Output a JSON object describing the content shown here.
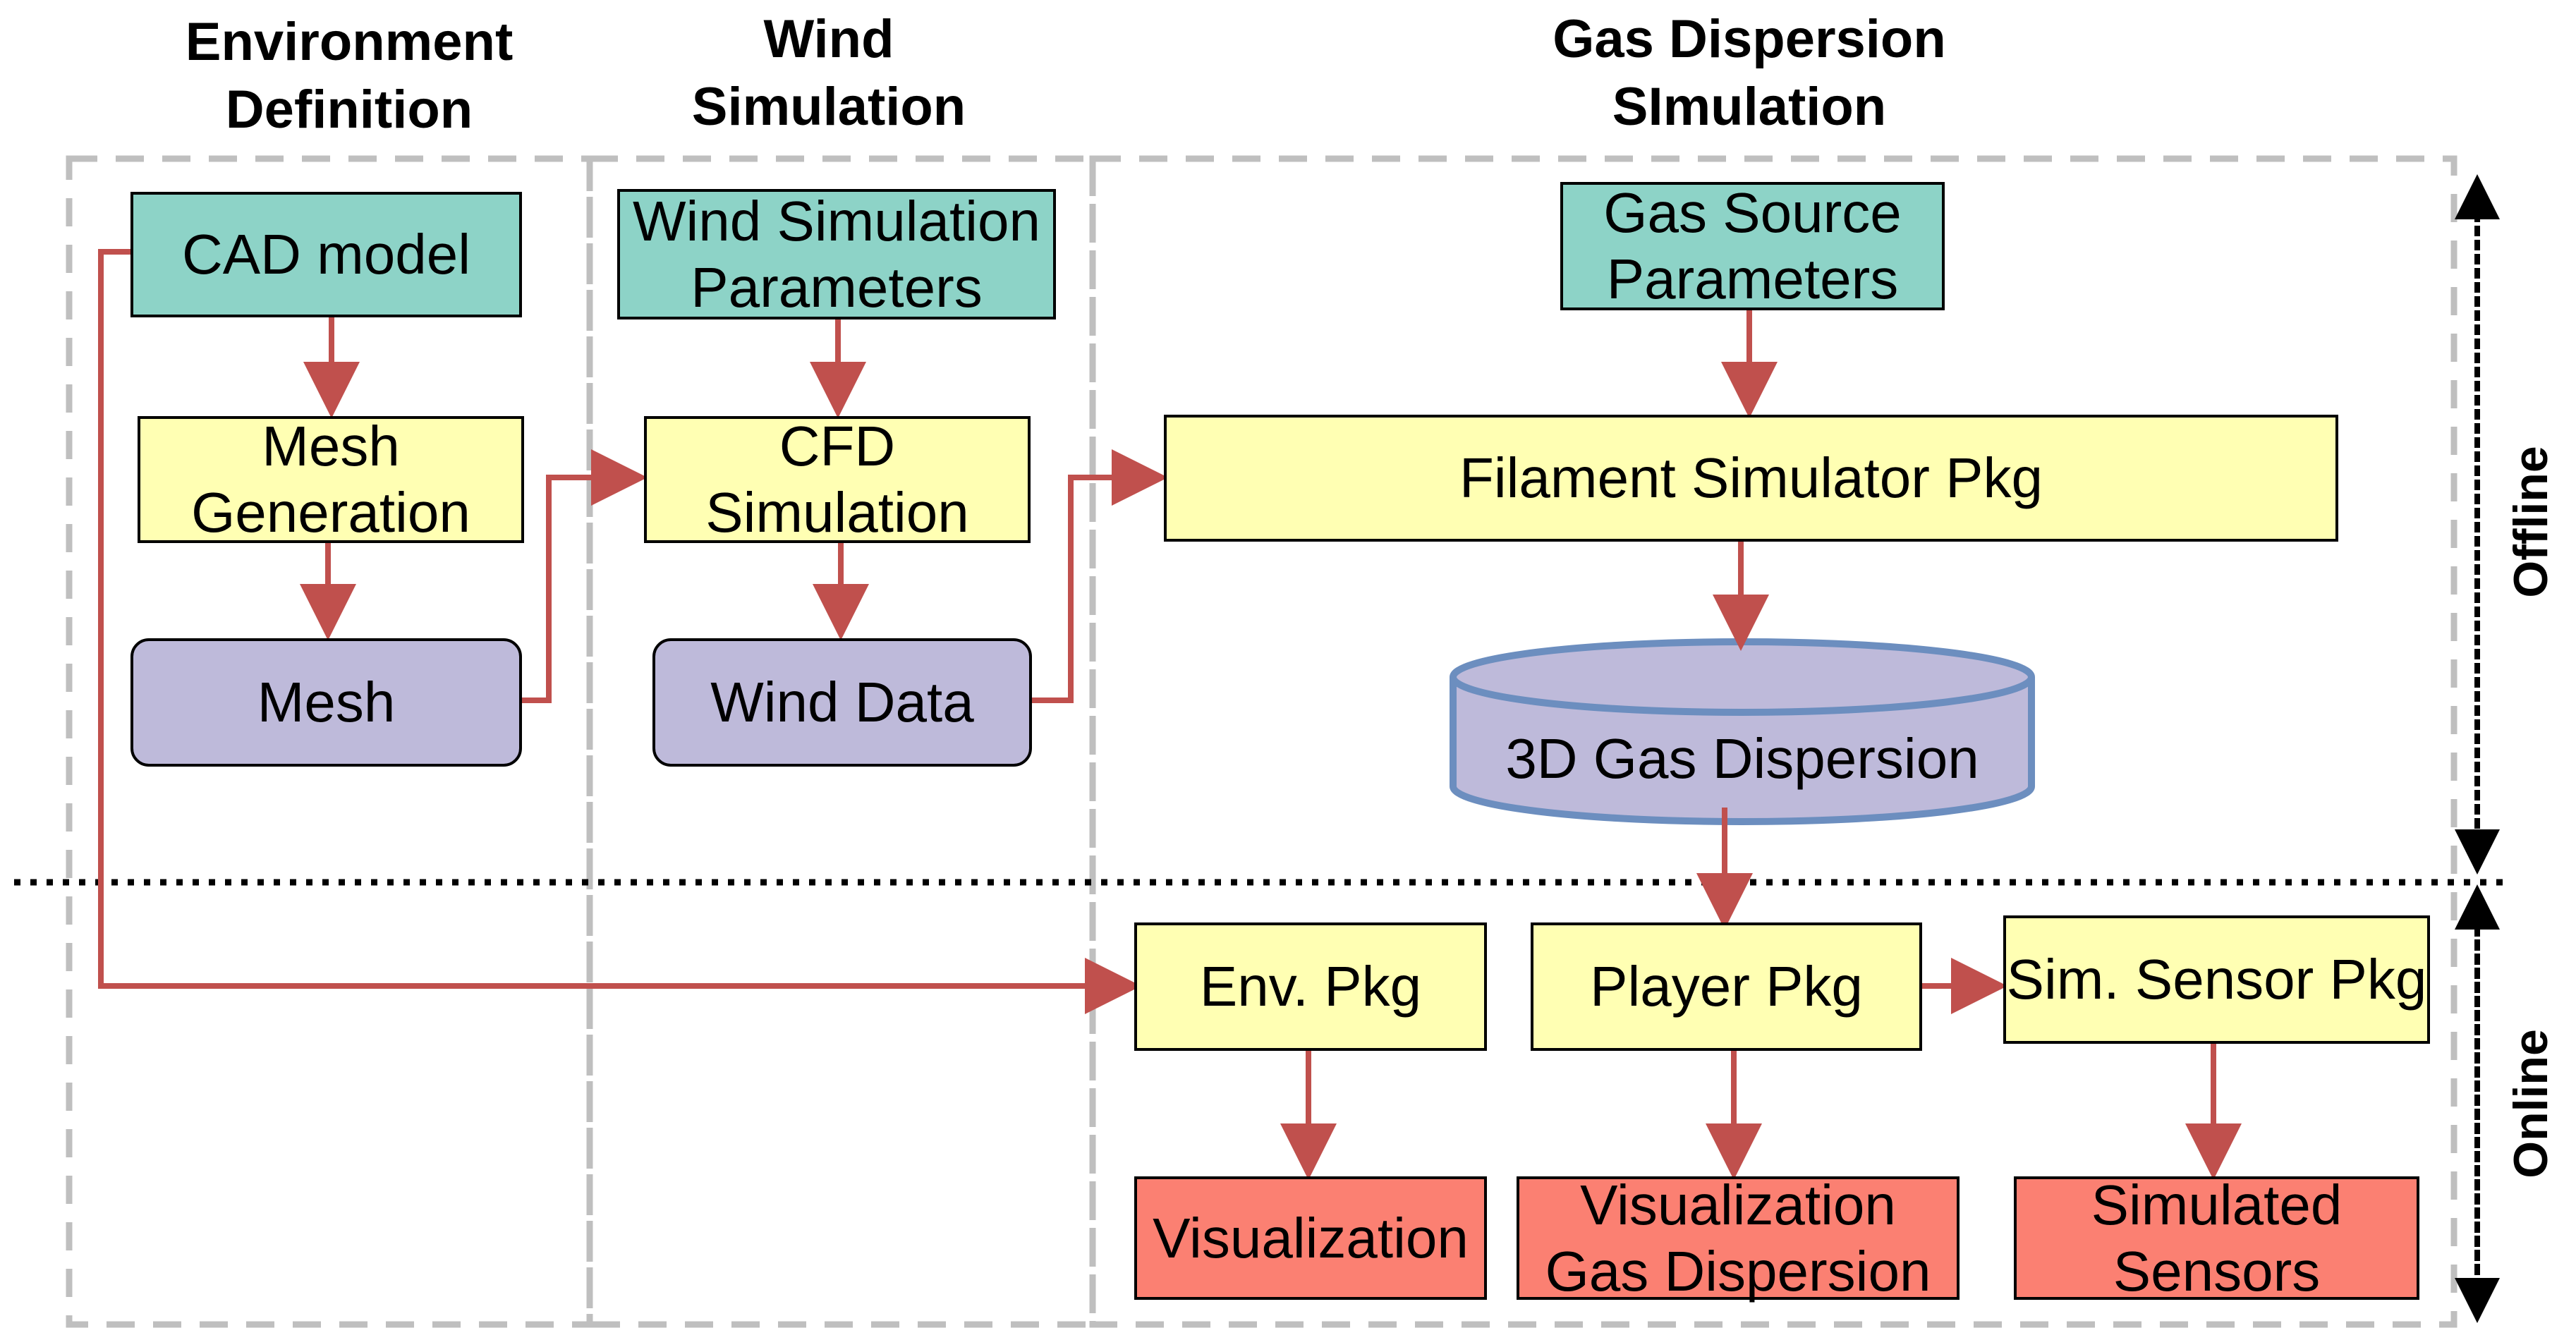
{
  "headers": {
    "environment": [
      "Environment",
      "Definition"
    ],
    "wind": [
      "Wind",
      "Simulation"
    ],
    "gas": [
      "Gas Dispersion",
      "SImulation"
    ]
  },
  "side_labels": {
    "offline": "Offline",
    "online": "Online"
  },
  "nodes": {
    "cad_model": [
      "CAD model"
    ],
    "mesh_generation": [
      "Mesh",
      "Generation"
    ],
    "mesh": [
      "Mesh"
    ],
    "wind_sim_params": [
      "Wind Simulation",
      "Parameters"
    ],
    "cfd_simulation": [
      "CFD",
      "Simulation"
    ],
    "wind_data": [
      "Wind Data"
    ],
    "gas_source_params": [
      "Gas Source",
      "Parameters"
    ],
    "filament_simulator": [
      "Filament Simulator Pkg"
    ],
    "gas_dispersion_3d": "3D Gas Dispersion",
    "env_pkg": [
      "Env. Pkg"
    ],
    "player_pkg": [
      "Player Pkg"
    ],
    "sim_sensor_pkg": [
      "Sim. Sensor Pkg"
    ],
    "visualization": [
      "Visualization"
    ],
    "visualization_gas": [
      "Visualization",
      "Gas Dispersion"
    ],
    "simulated_sensors": [
      "Simulated",
      "Sensors"
    ]
  },
  "colors": {
    "input": "#8dd3c7",
    "process": "#ffffb3",
    "data": "#bebada",
    "output": "#fb8072",
    "arrow": "#c0504d",
    "section_border": "#bfbfbf",
    "cylinder_stroke": "#6c8ebf"
  }
}
